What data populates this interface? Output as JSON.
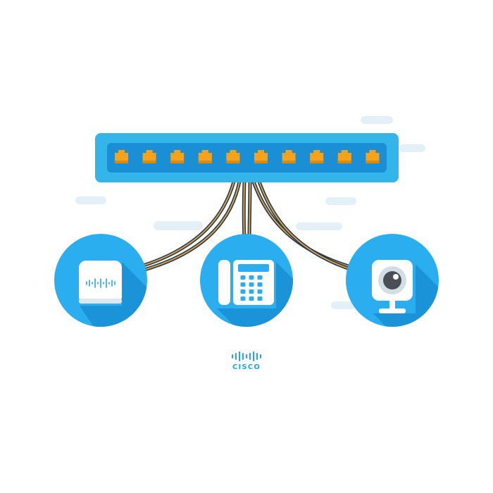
{
  "colors": {
    "background": "#ffffff",
    "switch_body": "#33b5ea",
    "switch_panel": "#1b8fd6",
    "port": "#f6a21a",
    "port_shadow": "#d98a10",
    "circle": "#2aaef0",
    "circle_shadow": "#1b93d9",
    "cable_outer": "#1f3a5b",
    "cable_inner": "#e8a63a",
    "cloud": "#e4f0f8",
    "device_white": "#ffffff",
    "device_gray": "#d9e1e8",
    "brand": "#23a6df"
  },
  "switch": {
    "port_count": 10,
    "port_icon": "ethernet-port-icon"
  },
  "devices": [
    {
      "name": "access-point",
      "icon": "wireless-access-point-icon"
    },
    {
      "name": "ip-phone",
      "icon": "desk-phone-icon"
    },
    {
      "name": "camera",
      "icon": "security-camera-icon"
    }
  ],
  "brand": {
    "word": "CISCO",
    "logo_icon": "cisco-bridge-logo-icon"
  }
}
